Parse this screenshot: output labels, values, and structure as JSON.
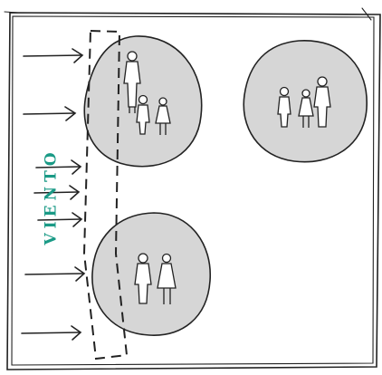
{
  "diagram": {
    "wind_label": "VIENTO",
    "label_color": "#1a9a86",
    "ink_color": "#222222",
    "circle_fill": "#d6d6d6",
    "wind_arrow_count": 7,
    "groups": [
      {
        "id": "top-left",
        "figures": 3
      },
      {
        "id": "top-right",
        "figures": 3
      },
      {
        "id": "bottom-left",
        "figures": 2
      }
    ]
  }
}
